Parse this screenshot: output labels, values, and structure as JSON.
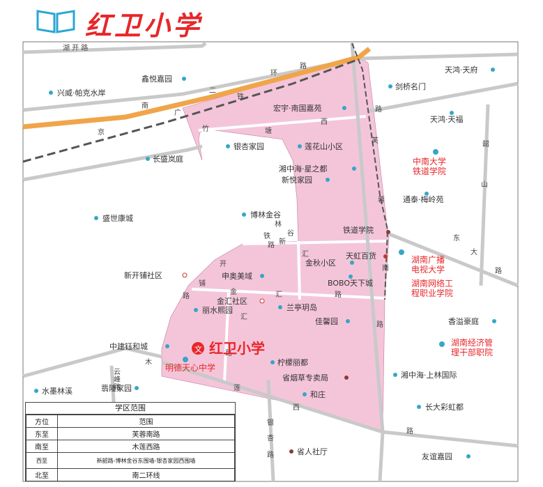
{
  "header": {
    "title": "红卫小学"
  },
  "map": {
    "school_name": "红卫小学",
    "roads": [
      {
        "id": "hukai",
        "text": "湖    开    路"
      },
      {
        "id": "huan1",
        "text": "环"
      },
      {
        "id": "huan2",
        "text": "路"
      },
      {
        "id": "er",
        "text": "二"
      },
      {
        "id": "nan",
        "text": "南"
      },
      {
        "id": "tie",
        "text": "铁"
      },
      {
        "id": "guang",
        "text": "广"
      },
      {
        "id": "jing",
        "text": "京"
      },
      {
        "id": "zhu",
        "text": "竹"
      },
      {
        "id": "tang",
        "text": "塘"
      },
      {
        "id": "xi1",
        "text": "西"
      },
      {
        "id": "lu1",
        "text": "路"
      },
      {
        "id": "fu",
        "text": "芙"
      },
      {
        "id": "rong",
        "text": "蓉"
      },
      {
        "id": "nanlu",
        "text": "南"
      },
      {
        "id": "lu2",
        "text": "路"
      },
      {
        "id": "shao",
        "text": "韶"
      },
      {
        "id": "shan",
        "text": "山"
      },
      {
        "id": "dong",
        "text": "东"
      },
      {
        "id": "da",
        "text": "大"
      },
      {
        "id": "lu3",
        "text": "路"
      },
      {
        "id": "xin",
        "text": "新"
      },
      {
        "id": "kai",
        "text": "开"
      },
      {
        "id": "pu",
        "text": "铺"
      },
      {
        "id": "lu4",
        "text": "路"
      },
      {
        "id": "jinhui1",
        "text": "金"
      },
      {
        "id": "jinhui2",
        "text": "汇"
      },
      {
        "id": "jinhui3",
        "text": "路"
      },
      {
        "id": "mu",
        "text": "木"
      },
      {
        "id": "lian",
        "text": "莲"
      },
      {
        "id": "xi2",
        "text": "西"
      },
      {
        "id": "lu5",
        "text": "路"
      },
      {
        "id": "yin",
        "text": "银"
      },
      {
        "id": "xiang",
        "text": "杏"
      },
      {
        "id": "lu6",
        "text": "路"
      },
      {
        "id": "yun",
        "text": "云"
      },
      {
        "id": "feng",
        "text": "峰"
      },
      {
        "id": "lu7",
        "text": "路"
      },
      {
        "id": "hui",
        "text": "汇"
      },
      {
        "id": "hui2",
        "text": "汇"
      },
      {
        "id": "lu8",
        "text": "路"
      },
      {
        "id": "tie2",
        "text": "铁"
      },
      {
        "id": "lu9",
        "text": "路"
      },
      {
        "id": "lin",
        "text": "林"
      },
      {
        "id": "gu",
        "text": "谷"
      }
    ],
    "places": [
      {
        "text": "鑫悦嘉园"
      },
      {
        "text": "兴威·帕克水岸"
      },
      {
        "text": "天鸿·天府"
      },
      {
        "text": "剑桥名门"
      },
      {
        "text": "宏宇·南国嘉苑"
      },
      {
        "text": "天鸿·天福"
      },
      {
        "text": "银杏家园"
      },
      {
        "text": "莲花山小区"
      },
      {
        "text": "长盛岚庭"
      },
      {
        "text": "湘中海·星之都"
      },
      {
        "text": "新悦家园"
      },
      {
        "text": "通泰·梅岭苑"
      },
      {
        "text": "盛世康城"
      },
      {
        "text": "博林金谷"
      },
      {
        "text": "铁道学院"
      },
      {
        "text": "天虹百货"
      },
      {
        "text": "金秋小区"
      },
      {
        "text": "新开铺社区"
      },
      {
        "text": "申奥美域"
      },
      {
        "text": "BOBO天下城"
      },
      {
        "text": "金汇社区"
      },
      {
        "text": "丽水熙园"
      },
      {
        "text": "兰亭玥岛"
      },
      {
        "text": "佳馨园"
      },
      {
        "text": "香溢豪庭"
      },
      {
        "text": "中建钰和城"
      },
      {
        "text": "柠檬丽都"
      },
      {
        "text": "省烟草专卖局"
      },
      {
        "text": "湘中海·上林国际"
      },
      {
        "text": "翡隆家园"
      },
      {
        "text": "水墨林溪"
      },
      {
        "text": "和庄"
      },
      {
        "text": "长大彩虹都"
      },
      {
        "text": "省人社厅"
      },
      {
        "text": "友谊嘉园"
      }
    ],
    "schools": [
      {
        "text": "中南大学"
      },
      {
        "text": "铁道学院"
      },
      {
        "text": "湖南广播"
      },
      {
        "text": "电视大学"
      },
      {
        "text": "湖南网络工"
      },
      {
        "text": "程职业学院"
      },
      {
        "text": "湖南经济管"
      },
      {
        "text": "理干部职院"
      },
      {
        "text": "明德天心中学"
      }
    ],
    "colors": {
      "zone": "#f4c5d9",
      "highway": "#f0a54a",
      "marker": "#36a6c8",
      "accent": "#e8262a"
    }
  },
  "legend": {
    "title": "学区范围",
    "header": [
      "方位",
      "范围"
    ],
    "rows": [
      {
        "dir": "东至",
        "range": "芙蓉南路"
      },
      {
        "dir": "南至",
        "range": "木莲西路"
      },
      {
        "dir": "西至",
        "range": "新韶路-博林金谷东围墙-银杏家园西围墙"
      },
      {
        "dir": "北至",
        "range": "南二环线"
      }
    ]
  }
}
